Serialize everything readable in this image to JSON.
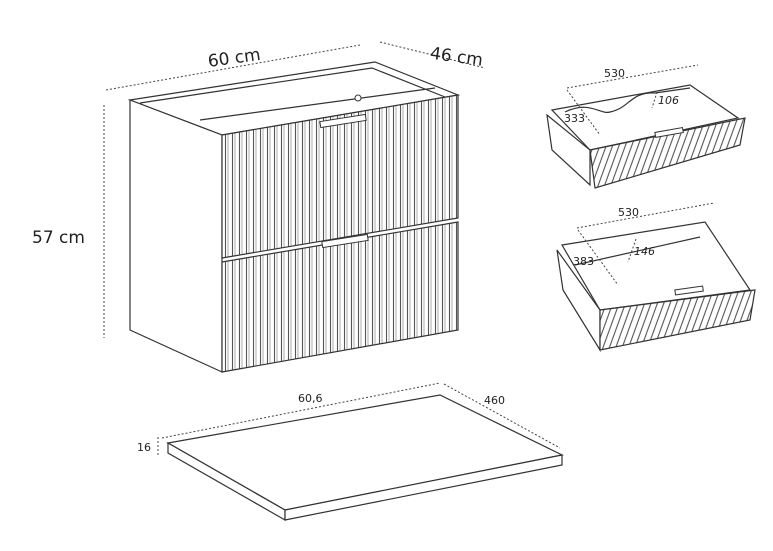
{
  "cabinet": {
    "width_label": "60 cm",
    "depth_label": "46 cm",
    "height_label": "57 cm"
  },
  "top_drawer": {
    "width_label": "530",
    "depth_label": "333",
    "height_label": "106"
  },
  "bottom_drawer": {
    "width_label": "530",
    "depth_label": "383",
    "height_label": "146"
  },
  "worktop": {
    "width_label": "60,6",
    "depth_label": "460",
    "thickness_label": "16"
  }
}
